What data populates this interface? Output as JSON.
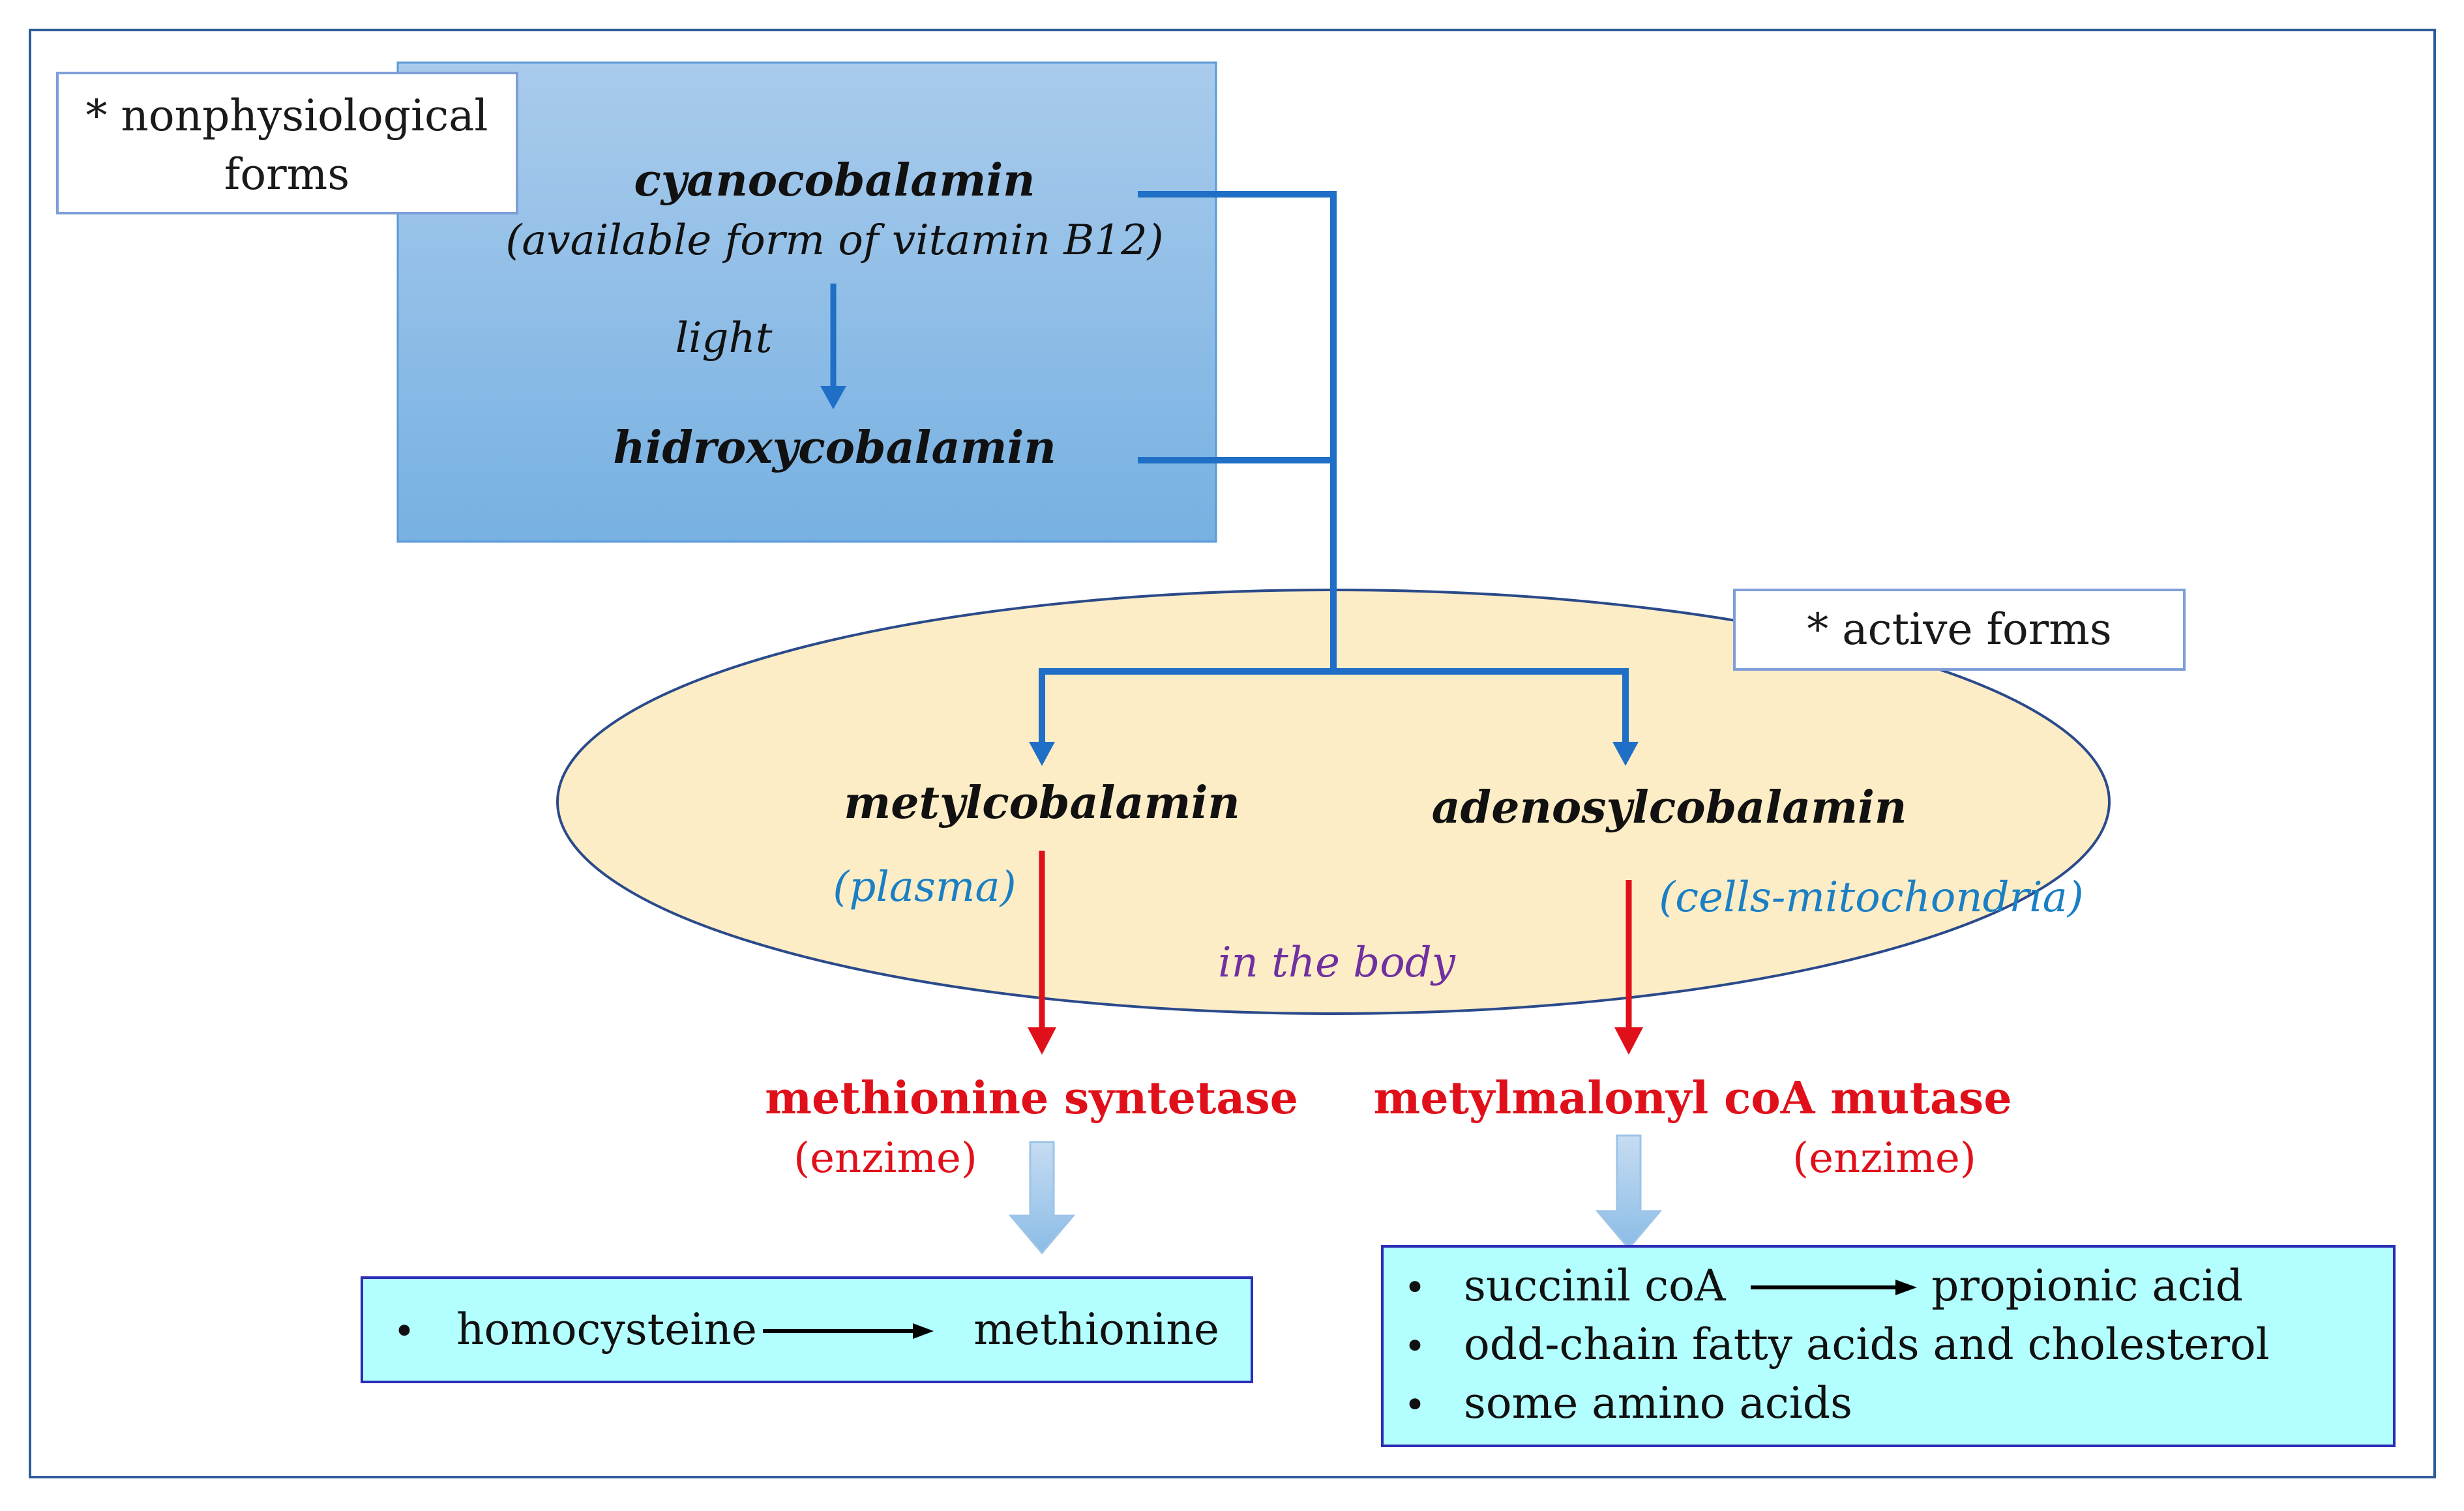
{
  "labels": {
    "nonphysiological_line1": "* nonphysiological",
    "nonphysiological_line2": "forms",
    "active_forms": "* active forms",
    "in_the_body": "in the body"
  },
  "top_box": {
    "cyanocobalamin": "cyanocobalamin",
    "cyanocobalamin_note": "(available form of vitamin B12)",
    "light": "light",
    "hidroxycobalamin": "hidroxycobalamin"
  },
  "body_oval": {
    "metylcobalamin": "metylcobalamin",
    "metylcobalamin_location": "(plasma)",
    "adenosylcobalamin": "adenosylcobalamin",
    "adenosylcobalamin_location": "(cells-mitochondria)"
  },
  "enzymes": {
    "left_name": "methionine syntetase",
    "left_type": "(enzime)",
    "right_name": "metylmalonyl coA mutase",
    "right_type": "(enzime)"
  },
  "results": {
    "left": [
      {
        "bullet": "•",
        "from": "homocysteine",
        "to": "methionine"
      }
    ],
    "right": [
      {
        "bullet": "•",
        "from": "succinil coA",
        "to": "propionic acid"
      },
      {
        "bullet": "•",
        "text": "odd-chain fatty acids and cholesterol"
      },
      {
        "bullet": "•",
        "text": "some amino acids"
      }
    ]
  },
  "colors": {
    "frame": "#2e5c9a",
    "connector_blue": "#1f6fc6",
    "reaction_red": "#e0101a",
    "location_blue": "#1b7fc4",
    "body_purple": "#7030a0",
    "oval_fill": "#fdedc6",
    "result_fill": "#b3ffff"
  }
}
